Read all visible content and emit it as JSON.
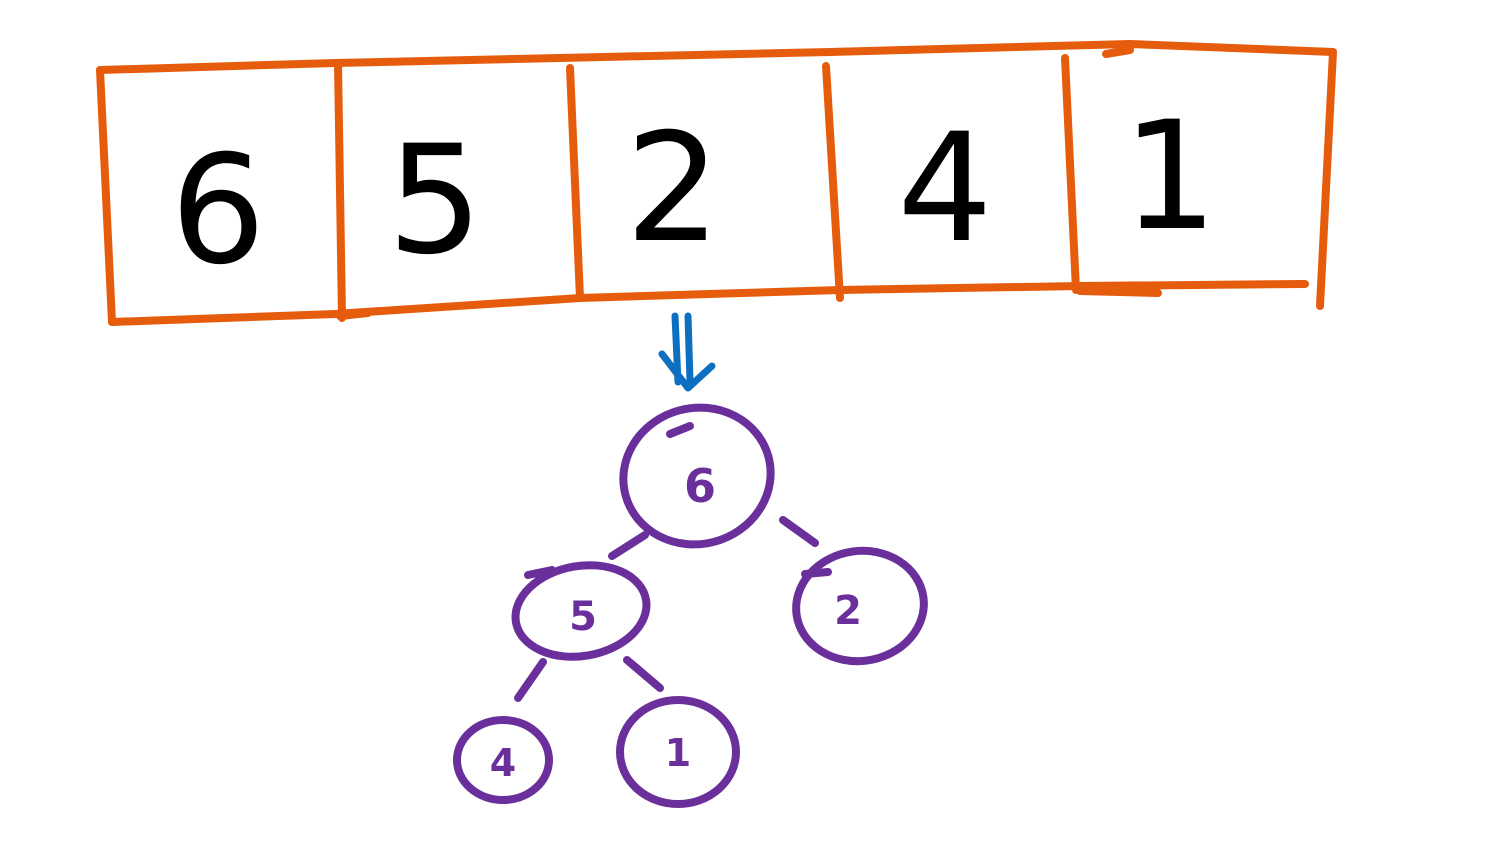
{
  "array": {
    "values": [
      "6",
      "5",
      "2",
      "4",
      "1"
    ],
    "border_color": "#e65c0d",
    "text_color": "#000000"
  },
  "arrow": {
    "glyph": "⇓",
    "color": "#0d6fbf"
  },
  "tree": {
    "node_color": "#6a2f9a",
    "nodes": {
      "root": "6",
      "left": "5",
      "right": "2",
      "left_left": "4",
      "left_right": "1"
    }
  }
}
